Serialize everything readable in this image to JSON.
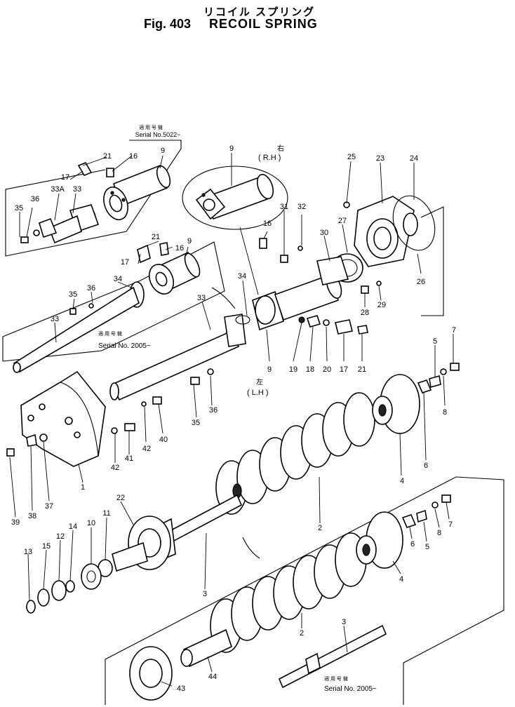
{
  "figure": {
    "title_jp": "リコイル スプリング",
    "fig_label": "Fig. 403",
    "title_en": "RECOIL SPRING"
  },
  "notes": {
    "serial_jp": "適 用 号 機",
    "serial_5022": "Serial No.5022~",
    "serial_2005": "Serial No. 2005~",
    "rh_jp": "右",
    "rh": "( R.H )",
    "lh_jp": "左",
    "lh": "( L.H )"
  },
  "callouts": [
    {
      "id": "c9a",
      "text": "9"
    },
    {
      "id": "c21a",
      "text": "21"
    },
    {
      "id": "c16a",
      "text": "16"
    },
    {
      "id": "c17a",
      "text": "17"
    },
    {
      "id": "c33Aa",
      "text": "33A"
    },
    {
      "id": "c33a",
      "text": "33"
    },
    {
      "id": "c35a",
      "text": "35"
    },
    {
      "id": "c36a",
      "text": "36"
    },
    {
      "id": "c9b",
      "text": "9"
    },
    {
      "id": "c21b",
      "text": "21"
    },
    {
      "id": "c16b",
      "text": "16"
    },
    {
      "id": "c17b",
      "text": "17"
    },
    {
      "id": "c34a",
      "text": "34"
    },
    {
      "id": "c35b",
      "text": "35"
    },
    {
      "id": "c36b",
      "text": "36"
    },
    {
      "id": "c33b",
      "text": "33"
    },
    {
      "id": "c9c",
      "text": "9"
    },
    {
      "id": "c16c",
      "text": "16"
    },
    {
      "id": "c34b",
      "text": "34"
    },
    {
      "id": "c33c",
      "text": "33"
    },
    {
      "id": "c31",
      "text": "31"
    },
    {
      "id": "c32",
      "text": "32"
    },
    {
      "id": "c30",
      "text": "30"
    },
    {
      "id": "c27",
      "text": "27"
    },
    {
      "id": "c25",
      "text": "25"
    },
    {
      "id": "c23",
      "text": "23"
    },
    {
      "id": "c24",
      "text": "24"
    },
    {
      "id": "c26",
      "text": "26"
    },
    {
      "id": "c28",
      "text": "28"
    },
    {
      "id": "c29",
      "text": "29"
    },
    {
      "id": "c19",
      "text": "19"
    },
    {
      "id": "c18",
      "text": "18"
    },
    {
      "id": "c20",
      "text": "20"
    },
    {
      "id": "c17c",
      "text": "17"
    },
    {
      "id": "c21c",
      "text": "21"
    },
    {
      "id": "c9d",
      "text": "9"
    },
    {
      "id": "c35c",
      "text": "35"
    },
    {
      "id": "c36c",
      "text": "36"
    },
    {
      "id": "c5a",
      "text": "5"
    },
    {
      "id": "c7a",
      "text": "7"
    },
    {
      "id": "c8a",
      "text": "8"
    },
    {
      "id": "c6a",
      "text": "6"
    },
    {
      "id": "c4a",
      "text": "4"
    },
    {
      "id": "c40",
      "text": "40"
    },
    {
      "id": "c42a",
      "text": "42"
    },
    {
      "id": "c41",
      "text": "41"
    },
    {
      "id": "c42b",
      "text": "42"
    },
    {
      "id": "c1",
      "text": "1"
    },
    {
      "id": "c39",
      "text": "39"
    },
    {
      "id": "c38",
      "text": "38"
    },
    {
      "id": "c37",
      "text": "37"
    },
    {
      "id": "c22",
      "text": "22"
    },
    {
      "id": "c2a",
      "text": "2"
    },
    {
      "id": "c11",
      "text": "11"
    },
    {
      "id": "c10",
      "text": "10"
    },
    {
      "id": "c14",
      "text": "14"
    },
    {
      "id": "c12",
      "text": "12"
    },
    {
      "id": "c15",
      "text": "15"
    },
    {
      "id": "c13",
      "text": "13"
    },
    {
      "id": "c3a",
      "text": "3"
    },
    {
      "id": "c6b",
      "text": "6"
    },
    {
      "id": "c5b",
      "text": "5"
    },
    {
      "id": "c8b",
      "text": "8"
    },
    {
      "id": "c7b",
      "text": "7"
    },
    {
      "id": "c4b",
      "text": "4"
    },
    {
      "id": "c2b",
      "text": "2"
    },
    {
      "id": "c3b",
      "text": "3"
    },
    {
      "id": "c44",
      "text": "44"
    },
    {
      "id": "c43",
      "text": "43"
    }
  ]
}
